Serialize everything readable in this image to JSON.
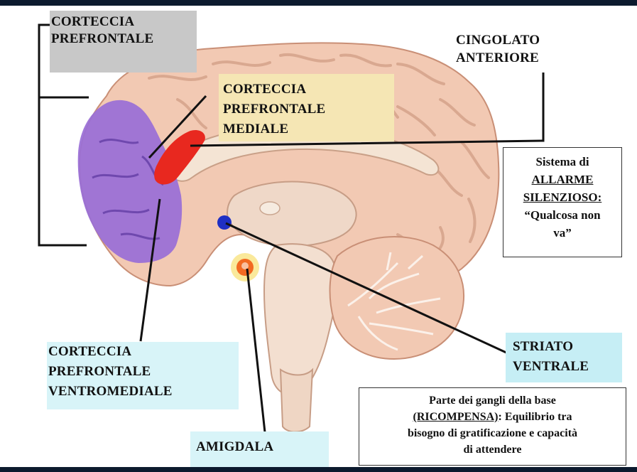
{
  "labels": {
    "pfc": [
      "CORTECCIA",
      "PREFRONTALE"
    ],
    "mpfc": [
      "CORTECCIA",
      "PREFRONTALE",
      "MEDIALE"
    ],
    "cingolato": [
      "CINGOLATO",
      "ANTERIORE"
    ],
    "vmpfc": [
      "CORTECCIA",
      "PREFRONTALE",
      "VENTROMEDIALE"
    ],
    "striato": [
      "STRIATO",
      "VENTRALE"
    ],
    "amigdala": "AMIGDALA"
  },
  "allarme_box": {
    "line1": "Sistema di",
    "line2": "ALLARME",
    "line3": "SILENZIOSO:",
    "line4": "“Qualcosa non",
    "line5": "va”"
  },
  "gangli_box": {
    "line1": "Parte dei gangli della base",
    "line2_underlined": "(RICOMPENSA)",
    "line2_rest": ": Equilibrio tra",
    "line3": "bisogno di gratificazione e capacità",
    "line4": "di attendere"
  },
  "colors": {
    "brain": "#f2c9b3",
    "brain_fold": "#d9a890",
    "prefrontal_region": "#9a6fd6",
    "medial_region": "#e8281f",
    "striatum_dot": "#1f2fc4",
    "amygdala": "#f26a22",
    "label_gray": "#c8c8c8",
    "label_yellow": "#f5e6b4",
    "label_cyan": "#c6eef5"
  }
}
